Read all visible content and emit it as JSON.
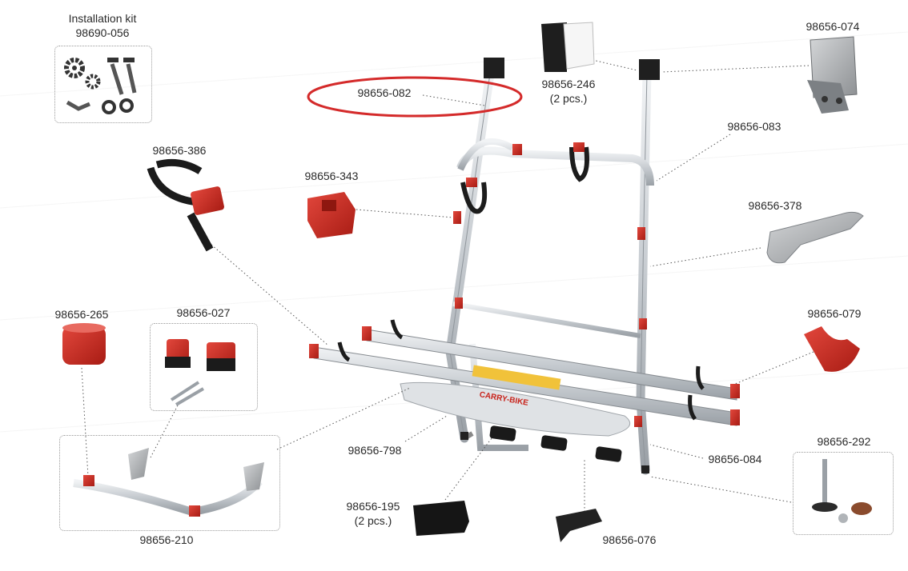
{
  "kit": {
    "title": "Installation kit",
    "part": "98690-056"
  },
  "parts": {
    "p082": "98656-082",
    "p246": "98656-246",
    "p246_qty": "(2 pcs.)",
    "p074": "98656-074",
    "p083": "98656-083",
    "p386": "98656-386",
    "p343": "98656-343",
    "p378": "98656-378",
    "p265": "98656-265",
    "p027": "98656-027",
    "p079": "98656-079",
    "p798": "98656-798",
    "p084": "98656-084",
    "p292": "98656-292",
    "p195": "98656-195",
    "p195_qty": "(2 pcs.)",
    "p076": "98656-076",
    "p210": "98656-210"
  },
  "brand_decal": "CARRY-BIKE",
  "colors": {
    "highlight": "#d42a2a",
    "accent": "#c8241c",
    "metal": "#c9ced3",
    "leader": "#555555"
  }
}
